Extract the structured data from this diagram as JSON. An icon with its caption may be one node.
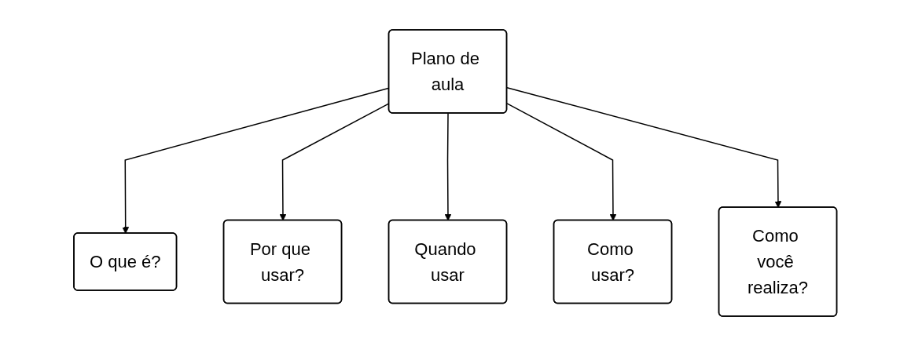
{
  "diagram": {
    "nodes": [
      {
        "text": [
          "Plano de aula"
        ]
      },
      {
        "text": [
          "O que é?"
        ]
      },
      {
        "text": [
          "Por que usar?"
        ]
      },
      {
        "text": [
          "Quando usar"
        ]
      },
      {
        "text": [
          "Como usar?"
        ]
      },
      {
        "text": [
          "Como você realiza?"
        ]
      }
    ],
    "edges": [
      {
        "from": 0,
        "to": 1,
        "arrow": "to"
      },
      {
        "from": 0,
        "to": 2,
        "arrow": "to"
      },
      {
        "from": 0,
        "to": 3,
        "arrow": "to"
      },
      {
        "from": 0,
        "to": 4,
        "arrow": "to"
      },
      {
        "from": 0,
        "to": 5,
        "arrow": "to"
      }
    ]
  }
}
